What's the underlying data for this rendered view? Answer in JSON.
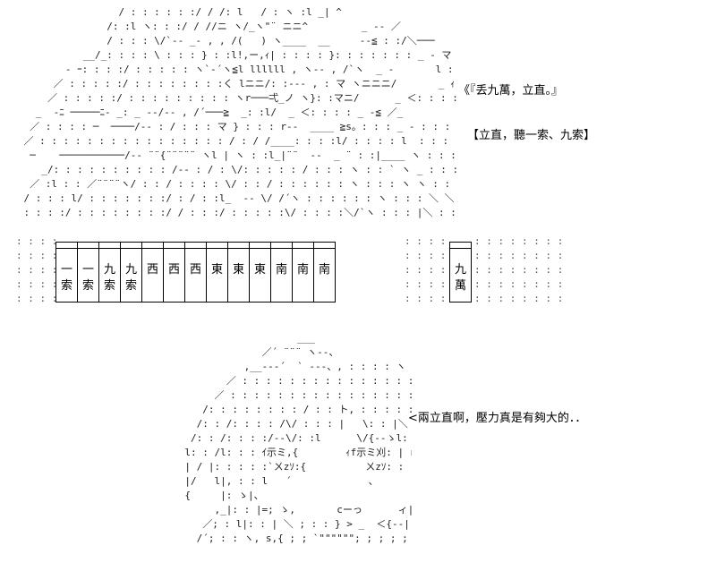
{
  "captions": {
    "call": "《『丢九萬，立直。』",
    "call_summary": "【立直，聽一索、九索】",
    "remark": "<兩立直啊，壓力真是有夠大的．．"
  },
  "hand": {
    "main_tiles": [
      {
        "top": "一",
        "bottom": "索"
      },
      {
        "top": "一",
        "bottom": "索"
      },
      {
        "top": "九",
        "bottom": "索"
      },
      {
        "top": "九",
        "bottom": "索"
      },
      {
        "top": "西",
        "bottom": ""
      },
      {
        "top": "西",
        "bottom": ""
      },
      {
        "top": "西",
        "bottom": ""
      },
      {
        "top": "東",
        "bottom": ""
      },
      {
        "top": "東",
        "bottom": ""
      },
      {
        "top": "東",
        "bottom": ""
      },
      {
        "top": "南",
        "bottom": ""
      },
      {
        "top": "南",
        "bottom": ""
      },
      {
        "top": "南",
        "bottom": ""
      }
    ],
    "discard_tile": {
      "top": "九",
      "bottom": "萬"
    }
  },
  "art": {
    "top": "                    / : : : : : :/ / /: l   / : ヽ :l _| ^\n                  /: :l ヽ: : :/ / //ニ ヽ/_ヽ\"¨ ニニ^         _ -- ／\n                  / : : : \\/`-- _- , , /(   ) ヽ____  __     --≦ : :/＼───\n              __/_: : : : \\ : : : } : :l!,ー,ｨ| : : : : }: : : : : : : _ - マ : : ヽ : :\n           - ｰ: : : :/ : : : : : ヽ`-´ヽ≦l llllll , ヽ-- , /`ヽ  _ -       l : : : :^ :\n         ／ : : : : :/ : : : : : : : :く lニニ/: :--- , : マ ヽニニニ/       _ ｨ : : : : :^\n        ／ : : : : :/ : : : : : : : : : ヽr───弌_ノ ヽ}: :マニ/      _ ＜: : : : : _ -≦\n      _  -ﾆ ─────ﾆ- _: _ --/-- , /´───≧  _: :l/  _ ＜: : : : _ -≦ ／_\n     ／ : : : : ─  ────/-- : / : : : マ } : : : r--  ____ ≧s。: : : _ - : : : : : : : l : : :\n    ／ : : : : : : : : : : : : : : : : / : / /____: : : :l/ : : : : l  : : : : ヽ _l : : ≧s。: : : : : :l : : :\n     ─    ───────────/-- ¨¨{¨¨¨¨¨ ヽl | ヽ : :l_|¨¨  --  _ ¨ : :|____ ヽ : : : l___\n       _/: : : : : : : : : : /-- : / : \\/: : : : : / : : : ヽ : : ` ヽ _ : : : :   -  _ : : : : : マ : : ヽ :\n     ／ :l : : ／¨¨¨¨ヽ/ : : / : : : : \\/ : : / : : : : : : ヽ : : : ヽ ヽ : : : : :l - , : : : マ : : ヽ\n    / : : : l/ : : : : : : :/ : / : :l_  -- \\/ /´ヽ : : : : : : ヽ : : : ＼ ＼ : : : :/ : : -ーマ _ :\n    : : : :/ : : : : : : : :/ / : : :/ : : : : :\\/ : : : :＼/`ヽ : : : |＼ : : :  : : : :/ : : : : :ノ : : :",
    "bottom": "                          ___\n                    ／´ ¨¨¨ ヽ--、\n                 ,__---´  ` ---、, : : : : ヽ\n              ／ : : : : : : : : : : : : : : : : : : : :ヽ : : ＼\n            ／ : : : : : : : : : : : : : : : : : : : : : : ヽ : : : : ヽ\n          /: : : : : : : : / : : ト, : : : : : ∧ : : : : : ', : : : : ', : : : : :'\n         /: : /: : : : /\\/ : : : |   \\: : |＼ : : : l : : : : ,l : : : : : : : '\n        /: : /: : : :/--\\/: :l      \\/{--ゝl: : :--, : l : : : : : : : : : ',\n       l: : /l: : : ｲ示ミ,{        ｨf示ミ刈: | r }/ ´; : : : : : : : : : :\n       | / |: : : : :`ㄨzｿ:{          ㄨzｿ: : :|_ノ           ; : : : : : : : ,\n       |/   l|, : : l   ´             、         ´/ : :l |ハ           ; : : : : : : : : i\n       {     |: ゝ|、                             ｲ: :l|ーミ、、 } : : : : : : : : : |\n            ,_|: : |=; ゝ,       cーっ      ィ| : :|ニ:/ヽ/ : : : : : : : ノ\n          ／; : l|: : | ＼ ; : : } > _  ＜{--|: :l|/ ; : : : : : : : ; ,'`、 ノ\n         /´; : : ヽ, s,{ ; ; `\"\"\"\"\"\"; ; ; ; ; ; ; : } ; /; : _´  \"\"´ ; : : : :| ゞ、"
  },
  "dots": {
    "left": ": : : :\n: : : :\n: : : :\n: : : :\n: : : :",
    "mid": ": : : : : :\n: : : : :\n: : : : :\n: : : : :\n: : : : :",
    "right": ": : : : : : : : : : : :\n: : : : : : : : : : : :\n: : : : : : : : : : : :\n: : : : : : : : : : : :\n: : : : : : : : : : : :"
  }
}
